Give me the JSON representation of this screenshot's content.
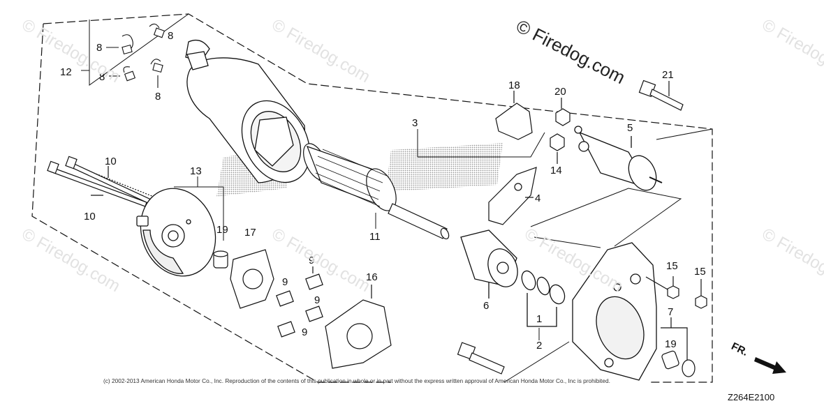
{
  "watermark": {
    "main": "© Firedog.com",
    "repeat": "© Firedog.com"
  },
  "callouts": {
    "c1": "1",
    "c2": "2",
    "c3": "3",
    "c4": "4",
    "c5": "5",
    "c6": "6",
    "c7": "7",
    "c8a": "8",
    "c8b": "8",
    "c8c": "8",
    "c8d": "8",
    "c9a": "9",
    "c9b": "9",
    "c9c": "9",
    "c9d": "9",
    "c10a": "10",
    "c10b": "10",
    "c11": "11",
    "c12": "12",
    "c13": "13",
    "c14": "14",
    "c15a": "15",
    "c15b": "15",
    "c16": "16",
    "c17": "17",
    "c18": "18",
    "c19a": "19",
    "c19b": "19",
    "c20": "20",
    "c21": "21"
  },
  "copyright": "(c) 2002-2013 American Honda Motor Co., Inc. Reproduction of the contents of this publication in whole or in part without the express written approval of American Honda Motor Co., Inc is prohibited.",
  "diagram_code": "Z264E2100",
  "front_indicator": "FR.",
  "colors": {
    "line": "#111111",
    "shade": "#cfcfcf",
    "watermark": "#e2e2e2"
  }
}
